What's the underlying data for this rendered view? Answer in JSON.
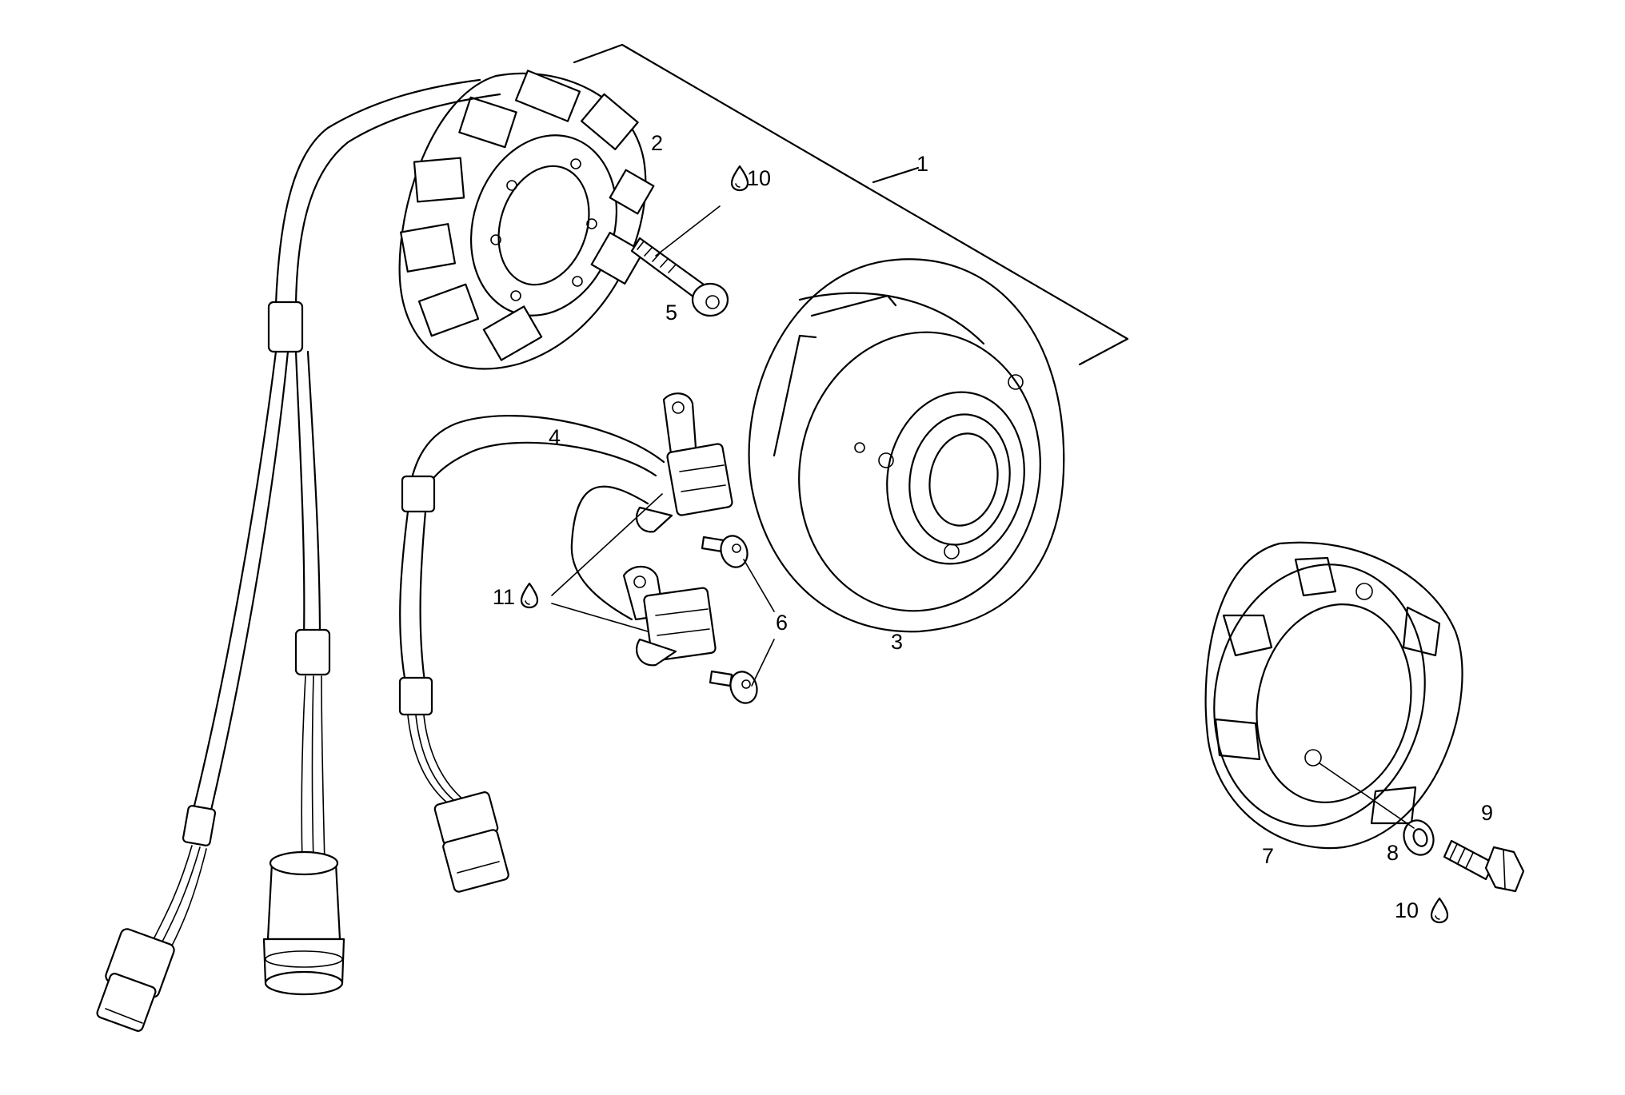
{
  "callouts": [
    {
      "id": "1",
      "text": "1"
    },
    {
      "id": "2",
      "text": "2"
    },
    {
      "id": "3",
      "text": "3"
    },
    {
      "id": "4",
      "text": "4"
    },
    {
      "id": "5",
      "text": "5"
    },
    {
      "id": "6",
      "text": "6"
    },
    {
      "id": "7",
      "text": "7"
    },
    {
      "id": "8",
      "text": "8"
    },
    {
      "id": "9",
      "text": "9"
    },
    {
      "id": "10a",
      "text": "10"
    },
    {
      "id": "10b",
      "text": "10"
    },
    {
      "id": "11",
      "text": "11"
    }
  ],
  "icons": {
    "drop": "thread-locker-drop-icon"
  }
}
